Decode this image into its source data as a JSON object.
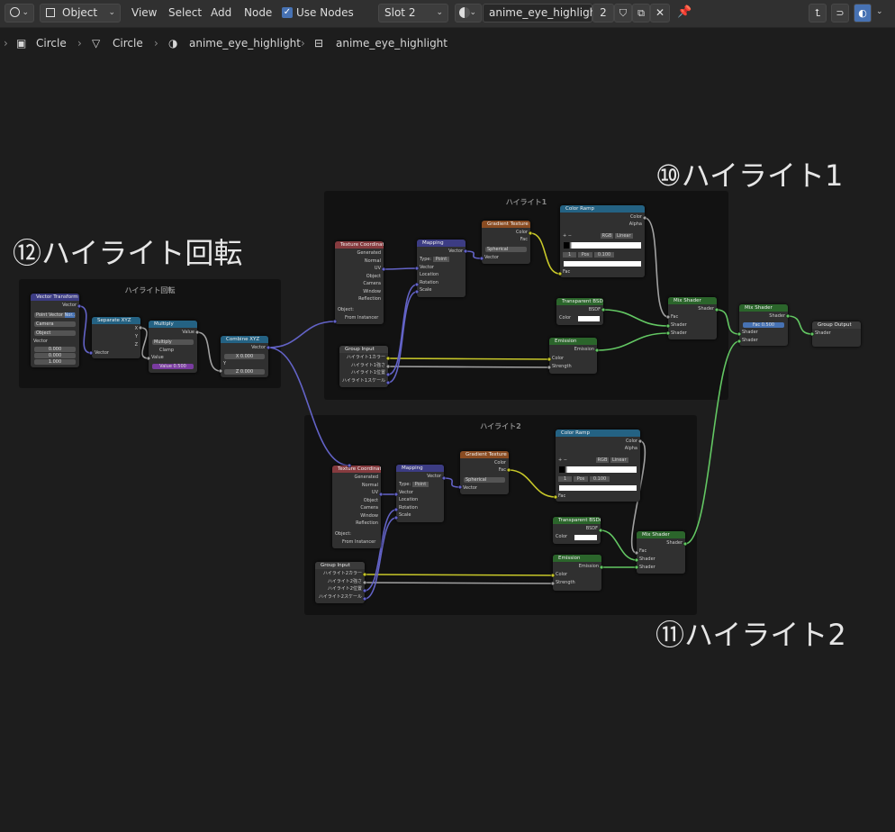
{
  "header": {
    "mode": "Object",
    "menus": [
      "View",
      "Select",
      "Add",
      "Node"
    ],
    "use_nodes_label": "Use Nodes",
    "slot": "Slot 2",
    "material_name": "anime_eye_highlight",
    "user_count": "2"
  },
  "breadcrumb": [
    "Circle",
    "Circle",
    "anime_eye_highlight",
    "anime_eye_highlight"
  ],
  "callouts": {
    "h1": "⑩ハイライト1",
    "h2": "⑪ハイライト2",
    "rot": "⑫ハイライト回転"
  },
  "frames": {
    "h1": "ハイライト1",
    "h2": "ハイライト2",
    "rot": "ハイライト回転"
  },
  "nodes": {
    "vt": {
      "title": "Vector Transform",
      "out": "Vector",
      "mode": "Point",
      "mode2": "Vector",
      "mode3": "Nor..",
      "from": "Camera",
      "to": "Object",
      "in": "Vector",
      "v1": "0.000",
      "v2": "0.000",
      "v3": "1.000"
    },
    "sep": {
      "title": "Separate XYZ",
      "x": "X",
      "y": "Y",
      "z": "Z",
      "in": "Vector"
    },
    "mul": {
      "title": "Multiply",
      "out": "Value",
      "op": "Multiply",
      "clamp": "Clamp",
      "in": "Value",
      "val_label": "Value",
      "val": "0.500"
    },
    "comb": {
      "title": "Combine XYZ",
      "out": "Vector",
      "x_label": "X",
      "x": "0.000",
      "y_label": "Y",
      "z_label": "Z",
      "z": "0.000"
    },
    "tc": {
      "title": "Texture Coordinate",
      "outs": [
        "Generated",
        "Normal",
        "UV",
        "Object",
        "Camera",
        "Window",
        "Reflection"
      ],
      "object_label": "Object:",
      "from_instancer": "From Instancer"
    },
    "map": {
      "title": "Mapping",
      "out": "Vector",
      "type_label": "Type:",
      "type": "Point",
      "ins": [
        "Vector",
        "Location",
        "Rotation",
        "Scale"
      ]
    },
    "grad": {
      "title": "Gradient Texture",
      "outs": [
        "Color",
        "Fac"
      ],
      "type": "Spherical",
      "in": "Vector"
    },
    "ramp": {
      "title": "Color Ramp",
      "outs": [
        "Color",
        "Alpha"
      ],
      "plus": "+",
      "minus": "−",
      "mode": "RGB",
      "interp": "Linear",
      "idx": "1",
      "pos_label": "Pos",
      "pos": "0.100",
      "in": "Fac"
    },
    "tbsdf": {
      "title": "Transparent BSDF",
      "out": "BSDF",
      "in": "Color"
    },
    "emis": {
      "title": "Emission",
      "out": "Emission",
      "ins": [
        "Color",
        "Strength"
      ]
    },
    "mix": {
      "title": "Mix Shader",
      "out": "Shader",
      "ins": [
        "Fac",
        "Shader",
        "Shader"
      ]
    },
    "gi1": {
      "title": "Group Input",
      "outs": [
        "ハイライト1カラー",
        "ハイライト1強さ",
        "ハイライト1位置",
        "ハイライト1スケール"
      ]
    },
    "gi2": {
      "title": "Group Input",
      "outs": [
        "ハイライト2カラー",
        "ハイライト2強さ",
        "ハイライト2位置",
        "ハイライト2スケール"
      ]
    },
    "mix3": {
      "title": "Mix Shader",
      "out": "Shader",
      "fac_label": "Fac",
      "fac": "0.500",
      "ins": [
        "Shader",
        "Shader"
      ]
    },
    "gout": {
      "title": "Group Output",
      "in": "Shader"
    }
  },
  "colors": {
    "header_bg": "#303030",
    "editor_bg": "#1d1d1d",
    "frame_bg": "#121212",
    "wire_vector": "#6363c7",
    "wire_color": "#c7c729",
    "wire_float": "#a1a1a1",
    "wire_shader": "#63c763"
  }
}
